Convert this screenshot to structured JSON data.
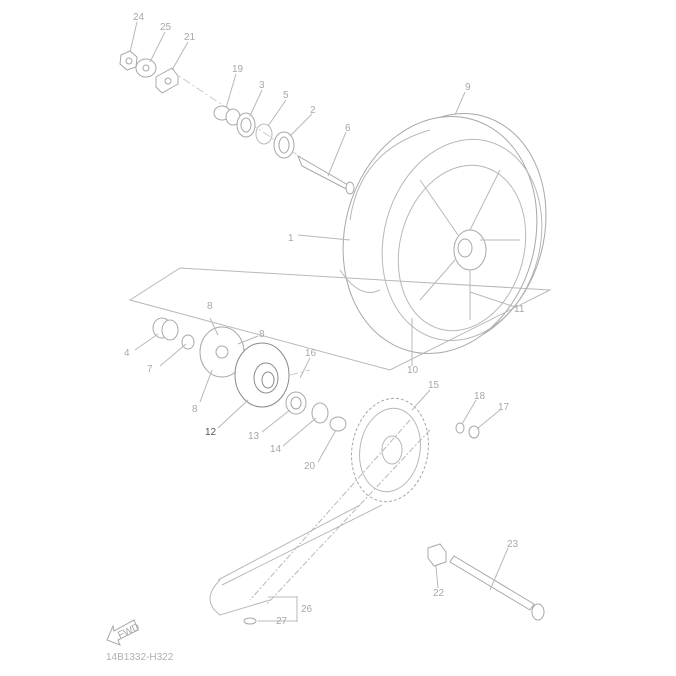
{
  "diagram": {
    "part_labels": [
      "24",
      "25",
      "21",
      "19",
      "3",
      "5",
      "2",
      "6",
      "9",
      "1",
      "11",
      "10",
      "8",
      "8",
      "8",
      "4",
      "7",
      "16",
      "15",
      "18",
      "17",
      "12",
      "13",
      "14",
      "20",
      "23",
      "22",
      "26",
      "27"
    ],
    "fwd_label": "FWD",
    "diagram_code": "14B1332-H322"
  }
}
